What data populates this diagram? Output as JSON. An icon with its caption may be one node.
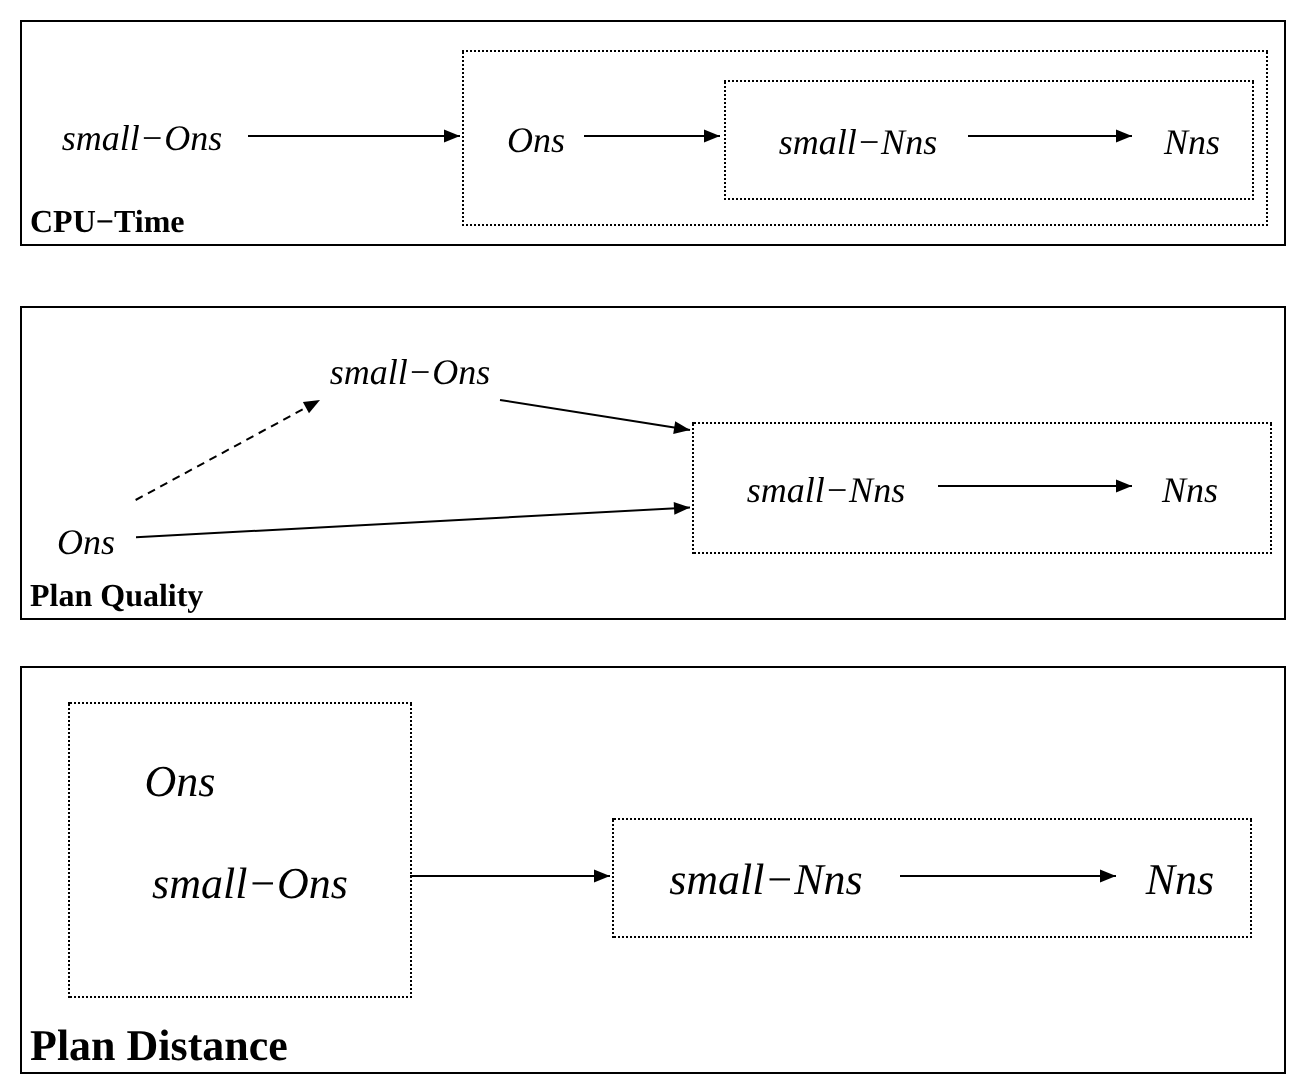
{
  "diagram": {
    "nodes": [
      {
        "text": [
          "CPU−Time"
        ]
      },
      {
        "text": [
          "small−Ons"
        ],
        "in": 0
      },
      {
        "text": [],
        "shape": "box",
        "in": 0
      },
      {
        "text": [
          "Ons"
        ],
        "in": 2
      },
      {
        "text": [],
        "shape": "box",
        "in": 2
      },
      {
        "text": [
          "small−Nns"
        ],
        "in": 4
      },
      {
        "text": [
          "Nns"
        ],
        "in": 4
      },
      {
        "text": [
          "Plan Quality"
        ]
      },
      {
        "text": [
          "Ons"
        ],
        "in": 7
      },
      {
        "text": [
          "small−Ons"
        ],
        "in": 7
      },
      {
        "text": [],
        "shape": "box",
        "in": 7
      },
      {
        "text": [
          "small−Nns"
        ],
        "in": 10
      },
      {
        "text": [
          "Nns"
        ],
        "in": 10
      },
      {
        "text": [
          "Plan Distance"
        ]
      },
      {
        "text": [],
        "shape": "box",
        "in": 13
      },
      {
        "text": [
          "Ons"
        ],
        "in": 14
      },
      {
        "text": [
          "small−Ons"
        ],
        "in": 14
      },
      {
        "text": [],
        "shape": "box",
        "in": 13
      },
      {
        "text": [
          "small−Nns"
        ],
        "in": 17
      },
      {
        "text": [
          "Nns"
        ],
        "in": 17
      }
    ],
    "edges": [
      {
        "from": 1,
        "to": 2,
        "arrow": "to"
      },
      {
        "from": 3,
        "to": 4,
        "arrow": "to"
      },
      {
        "from": 5,
        "to": 6,
        "arrow": "to"
      },
      {
        "from": 8,
        "to": 9,
        "arrow": "to",
        "style": "dashed"
      },
      {
        "from": 8,
        "to": 10,
        "arrow": "to"
      },
      {
        "from": 9,
        "to": 10,
        "arrow": "to"
      },
      {
        "from": 11,
        "to": 12,
        "arrow": "to"
      },
      {
        "from": 14,
        "to": 17,
        "arrow": "to"
      },
      {
        "from": 18,
        "to": 19,
        "arrow": "to"
      }
    ]
  }
}
